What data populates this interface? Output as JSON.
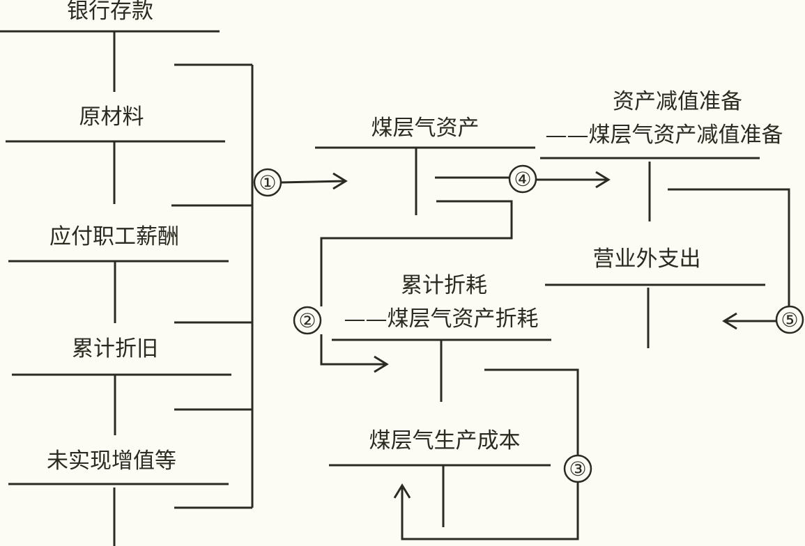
{
  "accounts": {
    "bank_deposit": "银行存款",
    "raw_materials": "原材料",
    "payroll_payable": "应付职工薪酬",
    "accumulated_depreciation": "累计折旧",
    "unrealized_appreciation_etc": "未实现增值等",
    "cbm_assets": "煤层气资产",
    "impairment_reserve_title": "资产减值准备",
    "impairment_reserve_sub": "——煤层气资产减值准备",
    "non_operating_expense": "营业外支出",
    "accumulated_depletion_title": "累计折耗",
    "accumulated_depletion_sub": "——煤层气资产折耗",
    "cbm_production_cost": "煤层气生产成本"
  },
  "steps": [
    "①",
    "②",
    "③",
    "④",
    "⑤"
  ],
  "colors": {
    "ink": "#2a2a20",
    "paper": "#fdfcf4"
  }
}
